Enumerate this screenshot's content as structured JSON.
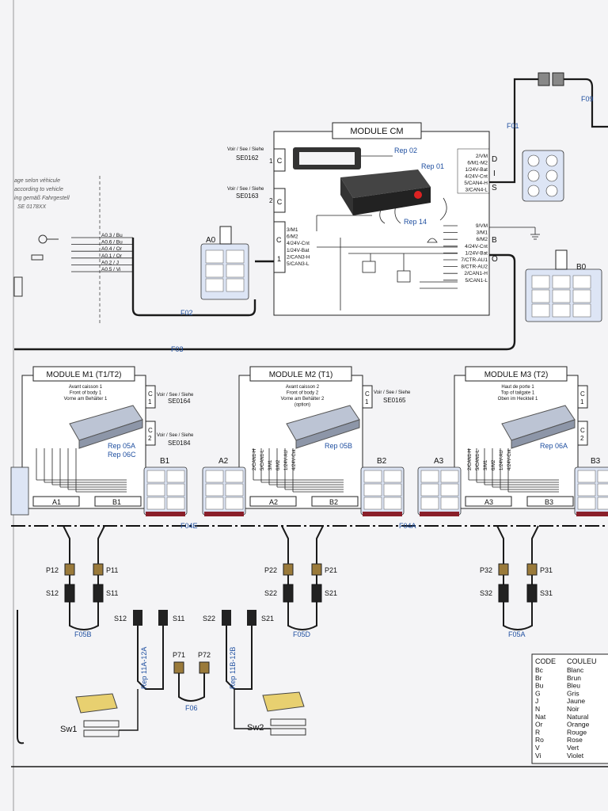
{
  "source_text": {
    "title_cm": "MODULE CM",
    "rep02": "Rep 02",
    "rep01": "Rep 01",
    "rep14": "Rep 14",
    "voir": "Voir / See / Siehe",
    "se0162": "SE0162",
    "se0163": "SE0163",
    "se0164": "SE0164",
    "se0184": "SE0184",
    "se0165": "SE0165",
    "side_note": [
      "age selon véhicule",
      "according to vehicle",
      "ing gemäß Fahrgestell",
      "SE 0178XX"
    ],
    "f01": "F01",
    "f02": "F02",
    "f03": "F03",
    "f09": "F09",
    "a0": "A0",
    "b0": "B0",
    "cm_pins_left": [
      "3/M1",
      "6/M2",
      "4/24V-Cnt",
      "1/24V-Bat",
      "2/CAN3-H",
      "5/CAN3-L"
    ],
    "cm_pins_right_d": [
      "2/VM",
      "6/M1-M2",
      "1/24V-Bat",
      "4/24V-Cnt",
      "5/CAN4-H",
      "3/CAN4-L"
    ],
    "cm_pins_right_b": [
      "9/VM",
      "3/M1",
      "6/M2",
      "4/24V-Cnt",
      "1/24V-Bat",
      "7/CTR-AU1",
      "8/CTR-AU2",
      "2/CAN1-H",
      "5/CAN1-L"
    ],
    "cm_letters_d": [
      "D",
      "I",
      "S"
    ],
    "cm_letters_b": [
      "B",
      "O"
    ],
    "left_pins": [
      "A0.3 / Bu",
      "A0.6 / Bu",
      "A0.4 / Or",
      "A0.1 / Or",
      "A0.2 / J",
      "A0.5 / Vi"
    ],
    "module_m1": "MODULE M1 (T1/T2)",
    "m1_desc": [
      "Avant caisson 1",
      "Front of body 1",
      "Vorne am Behälter 1"
    ],
    "rep05a": "Rep 05A",
    "rep06c": "Rep 06C",
    "module_m2": "MODULE M2 (T1)",
    "m2_desc": [
      "Avant caisson 2",
      "Front of body 2",
      "Vorne am Behälter 2",
      "(option)"
    ],
    "rep05b": "Rep 05B",
    "module_m3": "MODULE M3 (T2)",
    "m3_desc": [
      "Haut de porte 1",
      "Top of tailgate 1",
      "Oben im Heckteil 1"
    ],
    "rep06a": "Rep 06A",
    "b1": "B1",
    "a2": "A2",
    "b2": "B2",
    "a3": "A3",
    "b3": "B3",
    "a1": "A1",
    "f04e": "F04E",
    "f04a": "F04A",
    "p12": "P12",
    "p11": "P11",
    "s12": "S12",
    "s11": "S11",
    "f05b": "F05B",
    "p22": "P22",
    "p21": "P21",
    "s22": "S22",
    "s21": "S21",
    "f05d": "F05D",
    "p32": "P32",
    "p31": "P31",
    "s32": "S32",
    "s31": "S31",
    "f05a": "F05A",
    "p71": "P71",
    "p72": "P72",
    "f06": "F06",
    "rep11a": "Rep 11A-12A",
    "rep11b": "Rep 11B-12B",
    "sw1": "Sw1",
    "sw2": "Sw2",
    "bus_labels": [
      "2/CAN1-H",
      "5/CAN1-L",
      "3/M1",
      "6/M2",
      "1/24V-AU",
      "4/24V-Cnt"
    ],
    "code_header": [
      "CODE",
      "COULEU"
    ],
    "codes": [
      [
        "Bc",
        "Blanc"
      ],
      [
        "Br",
        "Brun"
      ],
      [
        "Bu",
        "Bleu"
      ],
      [
        "G",
        "Gris"
      ],
      [
        "J",
        "Jaune"
      ],
      [
        "N",
        "Noir"
      ],
      [
        "Nat",
        "Natural"
      ],
      [
        "Or",
        "Orange"
      ],
      [
        "R",
        "Rouge"
      ],
      [
        "Ro",
        "Rose"
      ],
      [
        "V",
        "Vert"
      ],
      [
        "Vi",
        "Violet"
      ]
    ]
  },
  "colors": {
    "accent": "#1f4fa0",
    "wire": "#1a1a1a",
    "paper": "#f4f4f6"
  }
}
